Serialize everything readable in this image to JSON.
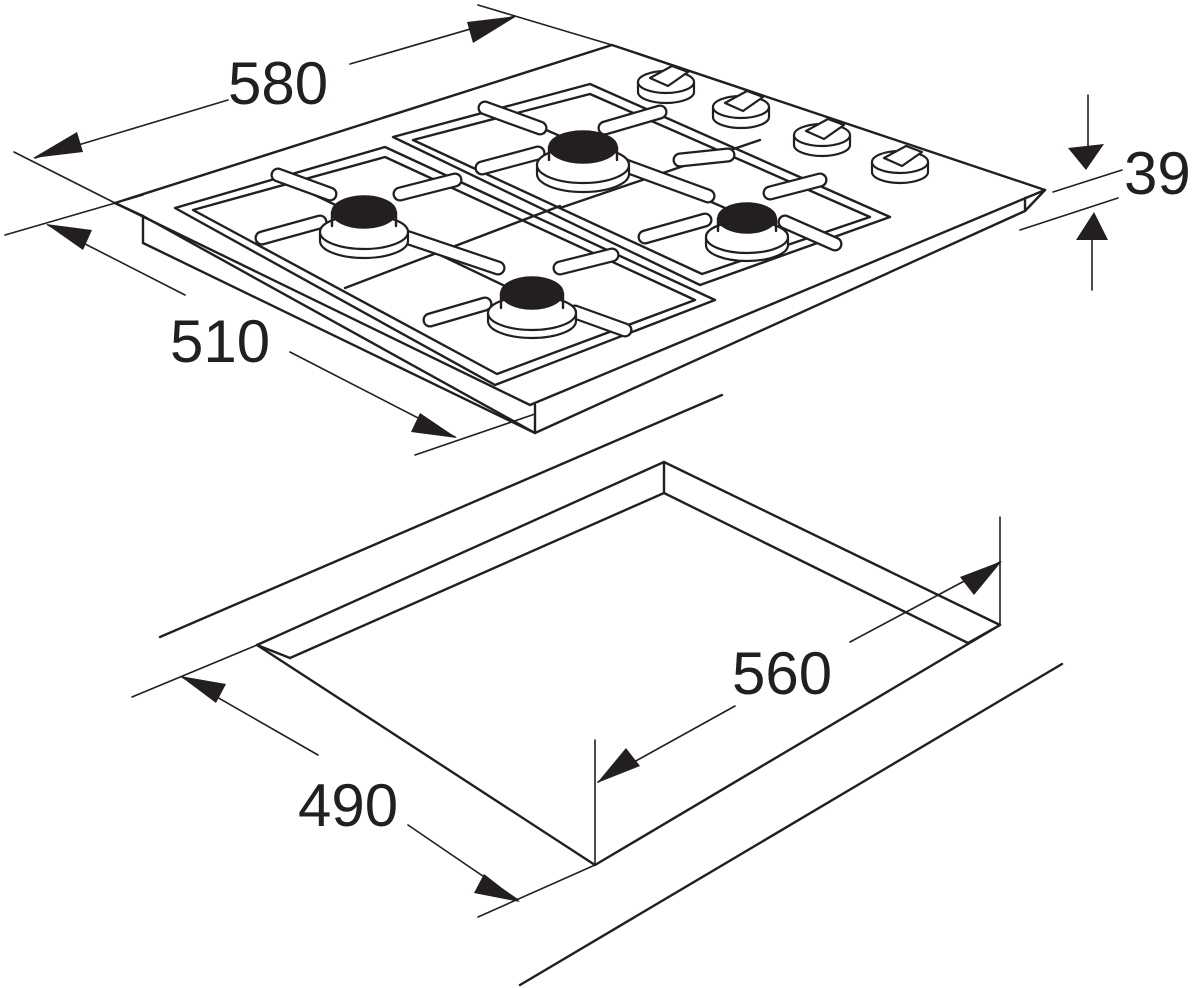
{
  "dimensions": {
    "hob_width": "580",
    "hob_depth": "510",
    "hob_height": "39",
    "cutout_width": "560",
    "cutout_depth": "490"
  },
  "icons": [
    "gas-burner-icon",
    "control-knob-icon"
  ],
  "colors": {
    "line": "#231f20",
    "background": "#ffffff"
  }
}
